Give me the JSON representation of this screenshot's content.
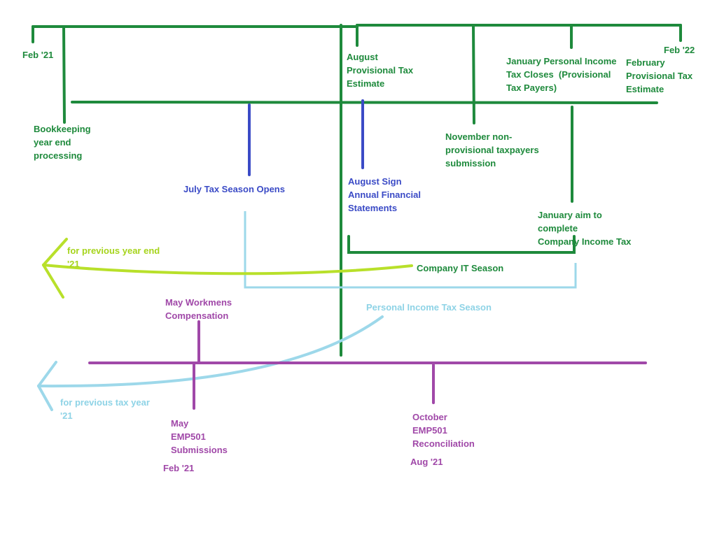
{
  "colors": {
    "green": "#1e8a3c",
    "blue": "#3b4bc6",
    "purple": "#a048a8",
    "lime": "#b8e02a",
    "sky": "#9dd8ea"
  },
  "labels": {
    "feb21_top": "Feb '21",
    "feb22": "Feb '22",
    "bookkeeping": "Bookkeeping\nyear end\nprocessing",
    "august_provisional": "August\nProvisional Tax\nEstimate",
    "january_personal": "January Personal Income\nTax Closes  (Provisional\nTax Payers)",
    "february_provisional": "February\nProvisional Tax\nEstimate",
    "november": "November non-\nprovisional taxpayers\nsubmission",
    "july": "July Tax Season Opens",
    "august_sign": "August Sign\nAnnual Financial\nStatements",
    "january_aim": "January aim to\ncomplete\nCompany Income Tax",
    "previous_year_end": "for previous year end\n'21",
    "company_it": "Company IT Season",
    "personal_it": "Personal Income Tax Season",
    "may_workmens": "May Workmens\nCompensation",
    "previous_tax_year": "for previous tax year\n'21",
    "may_emp501": "May\nEMP501\nSubmissions",
    "feb21_bottom": "Feb '21",
    "october_emp501": "October\nEMP501\nReconciliation",
    "aug21": "Aug '21"
  }
}
